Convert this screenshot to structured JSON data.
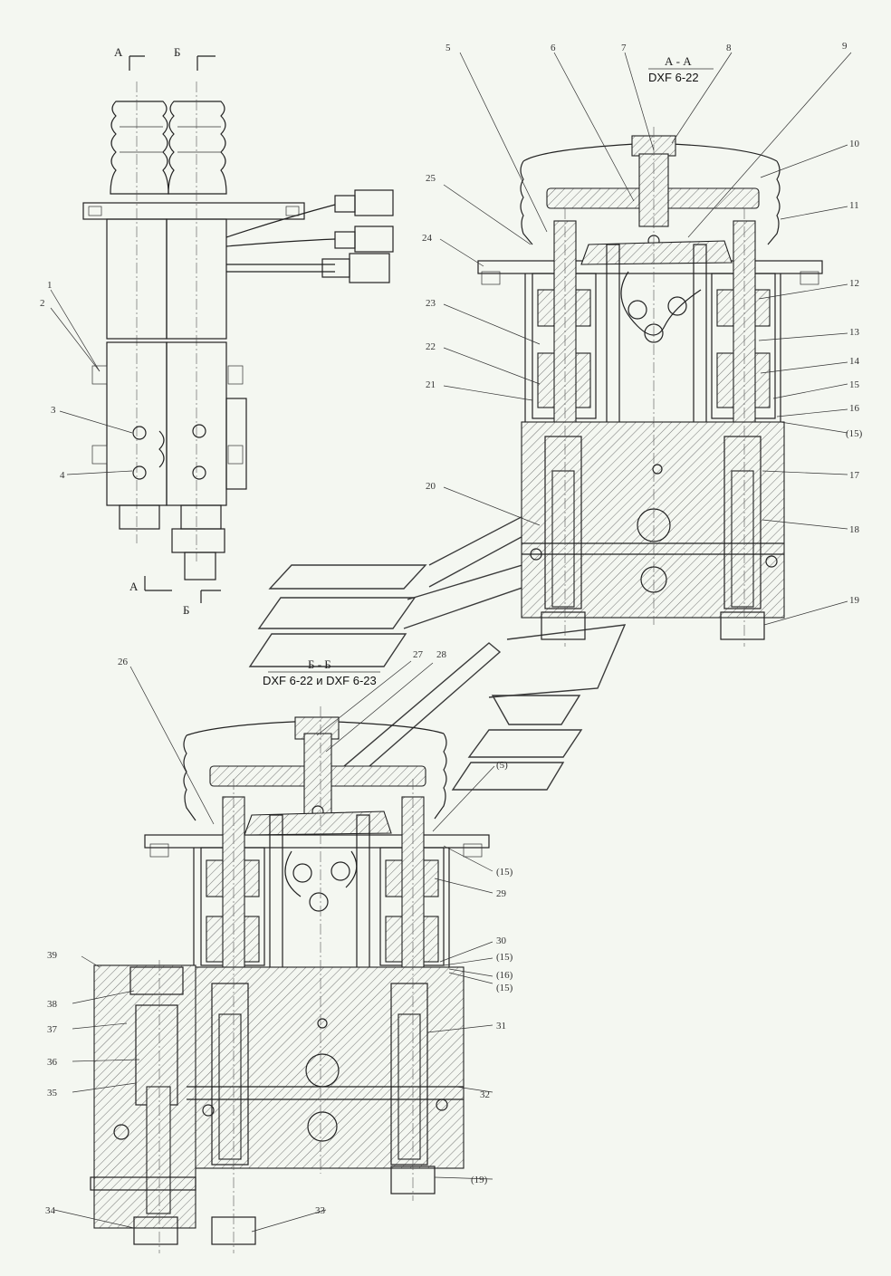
{
  "sections": {
    "aa": {
      "label": "А - А",
      "caption": "DXF 6-22"
    },
    "bb": {
      "label": "Б - Б",
      "caption": "DXF 6-22 и DXF 6-23"
    }
  },
  "cuts": {
    "a_top": "А",
    "b_top": "Б",
    "a_bottom": "А",
    "b_bottom": "Б"
  },
  "callouts_left": [
    "1",
    "2",
    "3",
    "4"
  ],
  "callouts_aa": [
    "5",
    "6",
    "7",
    "8",
    "9",
    "10",
    "11",
    "12",
    "13",
    "14",
    "15",
    "16",
    "(15)",
    "17",
    "18",
    "19",
    "20",
    "21",
    "22",
    "23",
    "24",
    "25"
  ],
  "callouts_bb": [
    "26",
    "27",
    "28",
    "(5)",
    "(15)",
    "29",
    "30",
    "(15)",
    "(16)",
    "(15)",
    "31",
    "32",
    "(19)",
    "33",
    "34",
    "35",
    "36",
    "37",
    "38",
    "39"
  ],
  "colors": {
    "paper": "#f4f7f1",
    "ink": "#222222"
  }
}
